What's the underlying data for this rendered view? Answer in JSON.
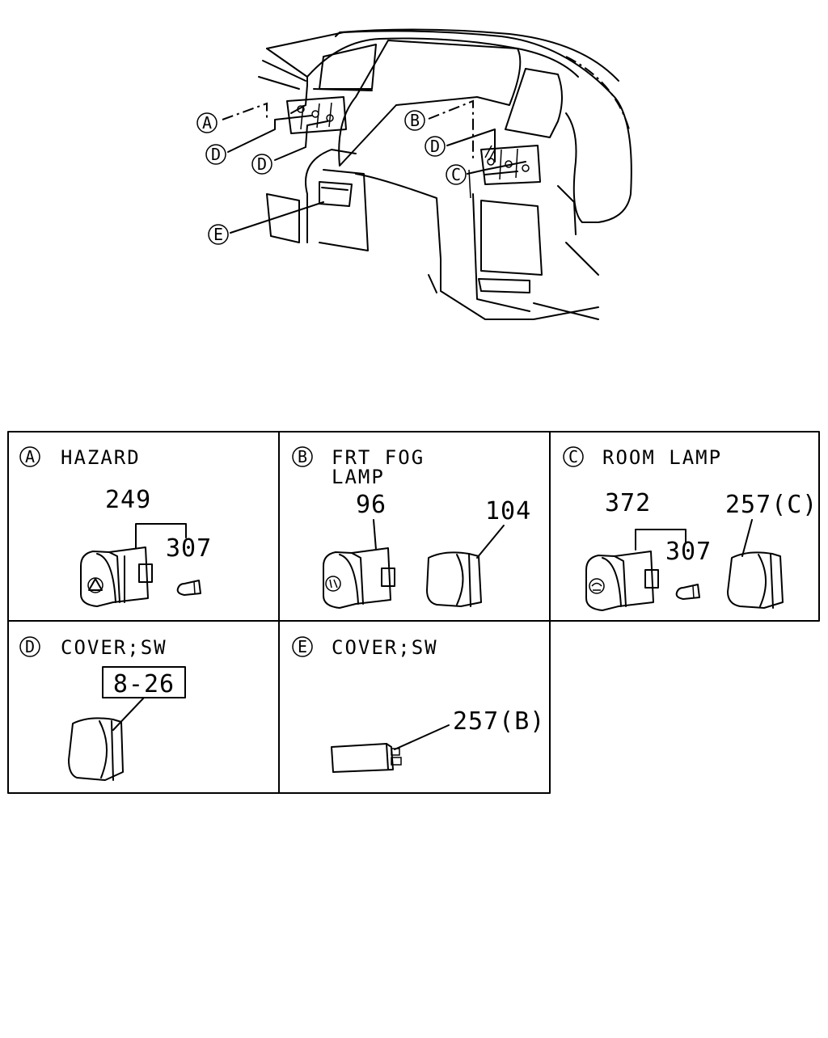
{
  "overview": {
    "callouts": [
      {
        "id": "A",
        "letter": "A"
      },
      {
        "id": "D1",
        "letter": "D"
      },
      {
        "id": "D2",
        "letter": "D"
      },
      {
        "id": "E",
        "letter": "E"
      },
      {
        "id": "B",
        "letter": "B"
      },
      {
        "id": "D3",
        "letter": "D"
      },
      {
        "id": "C",
        "letter": "C"
      }
    ]
  },
  "panels": {
    "A": {
      "letter": "A",
      "title": "HAZARD",
      "parts": [
        "249",
        "307"
      ],
      "icon": "hazard-triangle-icon"
    },
    "B": {
      "letter": "B",
      "title_line1": "FRT FOG",
      "title_line2": "LAMP",
      "parts": [
        "96",
        "104"
      ],
      "icon": "fog-lamp-icon"
    },
    "C": {
      "letter": "C",
      "title": "ROOM LAMP",
      "parts": [
        "372",
        "307",
        "257(C)"
      ],
      "icon": "room-lamp-icon"
    },
    "D": {
      "letter": "D",
      "title": "COVER;SW",
      "ref_box": "8-26"
    },
    "E": {
      "letter": "E",
      "title": "COVER;SW",
      "parts": [
        "257(B)"
      ]
    }
  }
}
